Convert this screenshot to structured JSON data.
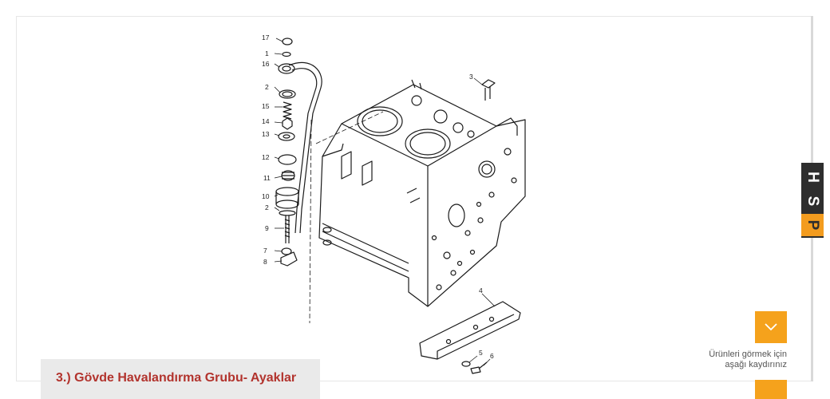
{
  "caption": {
    "text": "3.) Gövde Havalandırma Grubu- Ayaklar"
  },
  "brand": {
    "letters": [
      "H",
      "S",
      "P"
    ],
    "accent": "#f39c1f",
    "dark": "#2e2e2e"
  },
  "scroll_hint": {
    "line1": "Ürünleri görmek için",
    "line2": "aşağı kaydırınız",
    "icon": "chevron-down-icon",
    "color": "#f5a21c"
  },
  "diagram": {
    "part_numbers": [
      "17",
      "1",
      "16",
      "2",
      "15",
      "14",
      "13",
      "12",
      "11",
      "10",
      "2",
      "9",
      "7",
      "8",
      "3",
      "4",
      "5",
      "6"
    ]
  },
  "colors": {
    "caption_text": "#b2332d",
    "caption_bg": "#eaeaea"
  }
}
